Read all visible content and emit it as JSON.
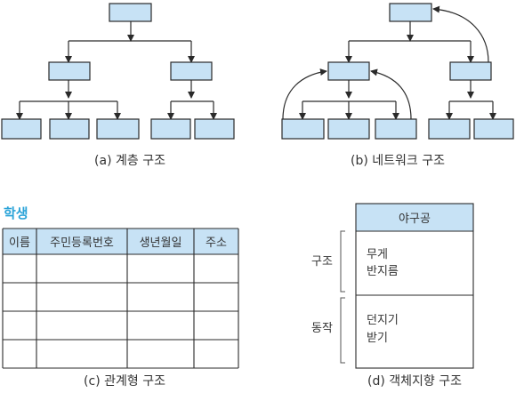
{
  "captions": {
    "hierarchical": "(a) 계층 구조",
    "network": "(b) 네트워크 구조",
    "relational": "(c) 관계형 구조",
    "object": "(d) 객체지향 구조"
  },
  "relational": {
    "table_name": "학생",
    "columns": [
      "이름",
      "주민등록번호",
      "생년월일",
      "주소"
    ],
    "empty_rows": 4
  },
  "object": {
    "class_name": "야구공",
    "structure_label": "구조",
    "structure_items": [
      "무게",
      "반지름"
    ],
    "behavior_label": "동작",
    "behavior_items": [
      "던지기",
      "받기"
    ]
  },
  "colors": {
    "node_fill": "#c7e2f5",
    "title_accent": "#2aa3d8",
    "line": "#2a2a2a"
  }
}
